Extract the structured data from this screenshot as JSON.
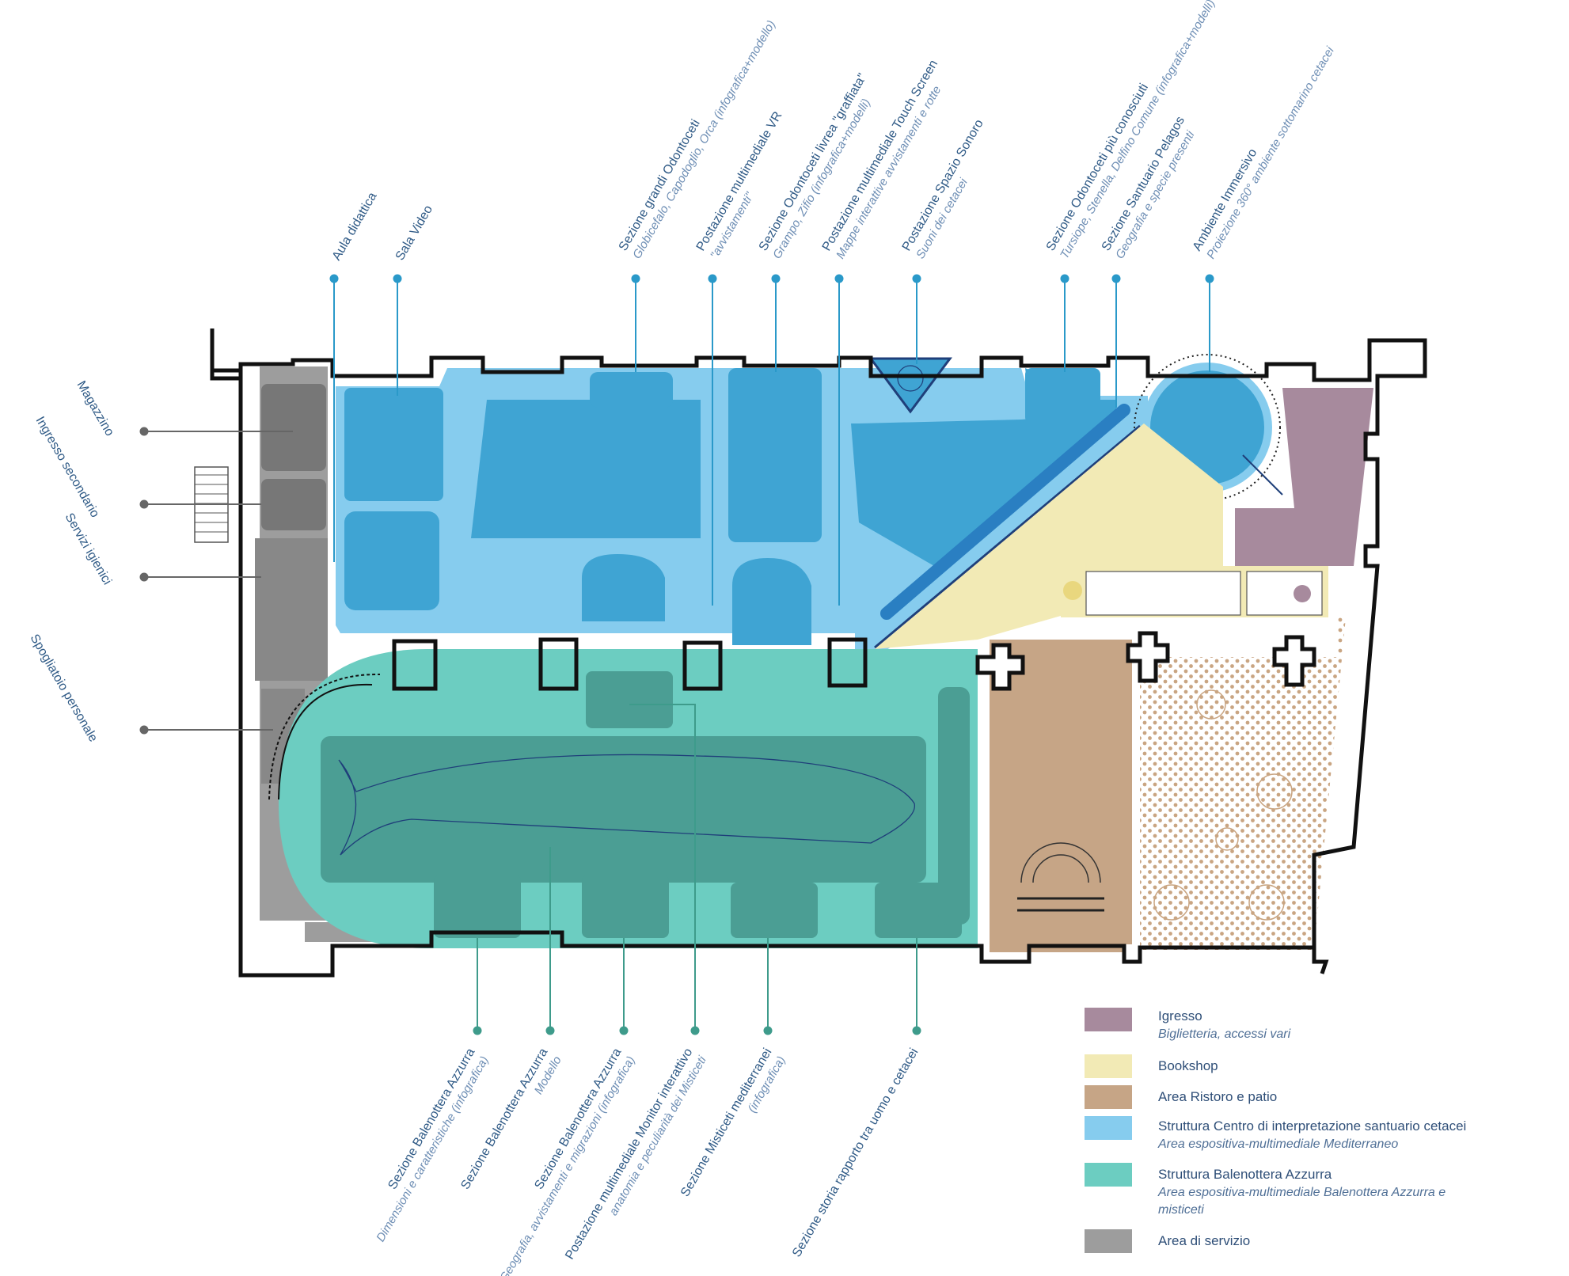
{
  "colors": {
    "ingresso": "#a78a9d",
    "bookshop": "#f2eab5",
    "ristoro": "#c6a586",
    "centro_light": "#86ccee",
    "centro_dark": "#3fa4d3",
    "balenottera_light": "#6ccdc1",
    "balenottera_dark": "#4b9e94",
    "servizio": "#9d9d9d",
    "label_blue": "#2f5a86",
    "leader_blue": "#2a99c9",
    "leader_teal": "#3e9b8b",
    "leader_grey": "#666666"
  },
  "top_labels": [
    {
      "main": "Aula didattica",
      "sub": ""
    },
    {
      "main": "Sala Video",
      "sub": ""
    },
    {
      "main": "Sezione grandi Odontoceti",
      "sub": "Globicefalo, Capodoglio, Orca (infografica+modello)"
    },
    {
      "main": "Postazione multimediale VR",
      "sub": "\"avvistamenti\""
    },
    {
      "main": "Sezione Odontoceti livrea \"graffiata\"",
      "sub": "Grampo, Zifio (infografica+modelli)"
    },
    {
      "main": "Postazione multimediale Touch Screen",
      "sub": "Mappe interattive avvistamenti e rotte"
    },
    {
      "main": "Postazione Spazio Sonoro",
      "sub": "Suoni dei cetacei"
    },
    {
      "main": "Sezione Odontoceti più conosciuti",
      "sub": "Tursiope, Stenella, Delfino Comune (infografica+modelli)"
    },
    {
      "main": "Sezione Santuario Pelagos",
      "sub": "Geografia e specie presenti"
    },
    {
      "main": "Ambiente Immersivo",
      "sub": "Proiezione 360° ambiente sottomarino cetacei"
    }
  ],
  "left_labels": [
    {
      "main": "Magazzino"
    },
    {
      "main": "Ingresso secondario"
    },
    {
      "main": "Servizi igienici"
    },
    {
      "main": "Spogliatoio personale"
    }
  ],
  "bottom_labels": [
    {
      "main": "Sezione Balenottera Azzurra",
      "sub": "Dimensioni e caratteristiche (infografica)"
    },
    {
      "main": "Sezione Balenottera Azzurra",
      "sub": "Modello"
    },
    {
      "main": "Sezione Balenottera Azzurra",
      "sub": "Geografia, avvistamenti e migrazioni (infografica)"
    },
    {
      "main": "Postazione multimediale Monitor interattivo",
      "sub": "anatomia e peculiarità dei Misticeti"
    },
    {
      "main": "Sezione Misticeti mediterranei",
      "sub": "(infografica)"
    },
    {
      "main": "Sezione storia rapporto tra uomo e cetacei",
      "sub": ""
    }
  ],
  "legend": [
    {
      "color": "#a78a9d",
      "main": "Igresso",
      "sub": "Biglietteria, accessi vari",
      "sub2": ""
    },
    {
      "color": "#f2eab5",
      "main": "Bookshop",
      "sub": "",
      "sub2": ""
    },
    {
      "color": "#c6a586",
      "main": "Area Ristoro e patio",
      "sub": "",
      "sub2": ""
    },
    {
      "color": "#86ccee",
      "main": "Struttura Centro di interpretazione santuario cetacei",
      "sub": "Area espositiva-multimediale Mediterraneo",
      "sub2": ""
    },
    {
      "color": "#6ccdc1",
      "main": "Struttura Balenottera Azzurra",
      "sub": "Area espositiva-multimediale Balenottera Azzurra e",
      "sub2": "misticeti"
    },
    {
      "color": "#9d9d9d",
      "main": "Area di servizio",
      "sub": "",
      "sub2": ""
    }
  ]
}
